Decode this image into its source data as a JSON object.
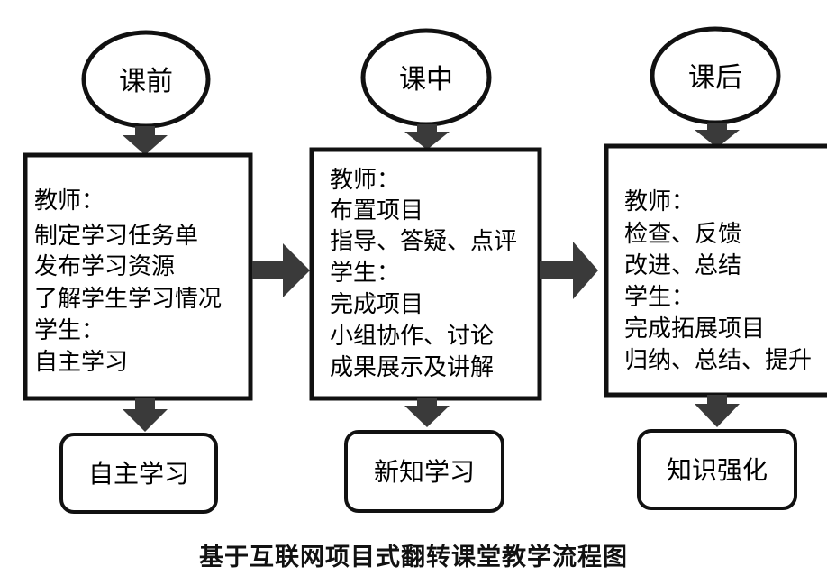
{
  "stages": [
    {
      "circle_label": "课前",
      "box_lines": [
        "教师：",
        "制定学习任务单",
        "发布学习资源",
        "了解学生学习情况",
        "学生：",
        "自主学习"
      ],
      "result_label": "自主学习"
    },
    {
      "circle_label": "课中",
      "box_lines": [
        "教师：",
        "布置项目",
        "指导、答疑、点评",
        "学生：",
        "完成项目",
        "小组协作、讨论",
        "成果展示及讲解"
      ],
      "result_label": "新知学习"
    },
    {
      "circle_label": "课后",
      "box_lines": [
        "教师：",
        "检查、反馈",
        "改进、总结",
        "学生：",
        "完成拓展项目",
        "归纳、总结、提升"
      ],
      "result_label": "知识强化"
    }
  ],
  "caption": "基于互联网项目式翻转课堂教学流程图",
  "colors": {
    "stroke": "#111111",
    "arrow": "#3a3a3a",
    "background": "#ffffff"
  }
}
